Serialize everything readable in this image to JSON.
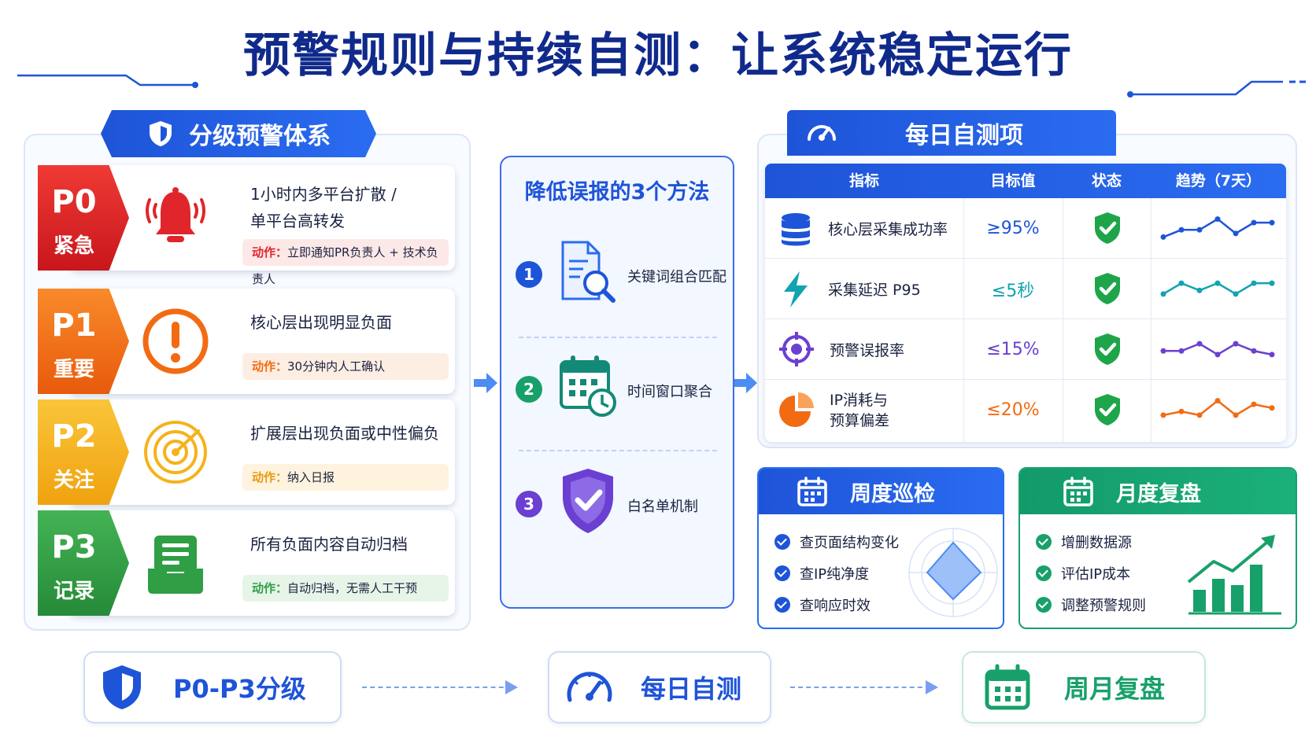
{
  "title": "预警规则与持续自测：让系统稳定运行",
  "left_panel": {
    "banner": "分级预警体系",
    "levels": [
      {
        "code": "P0",
        "name": "紧急",
        "desc_line1": "1小时内多平台扩散 /",
        "desc_line2": "单平台高转发",
        "action_key": "动作：",
        "action_text": "立即通知PR负责人 + 技术负责人",
        "color": "#e0262b",
        "icon": "alarm-bell-icon"
      },
      {
        "code": "P1",
        "name": "重要",
        "desc_line1": "核心层出现明显负面",
        "desc_line2": "",
        "action_key": "动作：",
        "action_text": "30分钟内人工确认",
        "color": "#f26b12",
        "icon": "exclamation-icon"
      },
      {
        "code": "P2",
        "name": "关注",
        "desc_line1": "扩展层出现负面或中性偏负",
        "desc_line2": "",
        "action_key": "动作：",
        "action_text": "纳入日报",
        "color": "#f6b21a",
        "icon": "radar-icon"
      },
      {
        "code": "P3",
        "name": "记录",
        "desc_line1": "所有负面内容自动归档",
        "desc_line2": "",
        "action_key": "动作：",
        "action_text": "自动归档，无需人工干预",
        "color": "#2f9e44",
        "icon": "archive-icon"
      }
    ]
  },
  "middle_panel": {
    "title": "降低误报的3个方法",
    "items": [
      {
        "num": "1",
        "label": "关键词组合匹配",
        "icon": "document-search-icon"
      },
      {
        "num": "2",
        "label": "时间窗口聚合",
        "icon": "calendar-clock-icon"
      },
      {
        "num": "3",
        "label": "白名单机制",
        "icon": "shield-check-icon"
      }
    ]
  },
  "right_panel": {
    "banner": "每日自测项",
    "headers": [
      "指标",
      "目标值",
      "状态",
      "趋势（7天）"
    ],
    "rows": [
      {
        "metric": "核心层采集成功率",
        "target": "≥95%",
        "status": "ok",
        "icon": "database-icon",
        "color": "#1e54d8",
        "trend": [
          2,
          4,
          4,
          7,
          3,
          6,
          6
        ]
      },
      {
        "metric": "采集延迟 P95",
        "target": "≤5秒",
        "status": "ok",
        "icon": "lightning-icon",
        "color": "#11a3b0",
        "trend": [
          3,
          6,
          4,
          6,
          3,
          6,
          6
        ]
      },
      {
        "metric": "预警误报率",
        "target": "≤15%",
        "status": "ok",
        "icon": "target-icon",
        "color": "#6b3fd1",
        "trend": [
          4,
          4,
          6,
          3,
          6,
          4,
          3
        ]
      },
      {
        "metric_line1": "IP消耗与",
        "metric_line2": "预算偏差",
        "metric": "",
        "target": "≤20%",
        "status": "ok",
        "icon": "pie-icon",
        "color": "#f26b12",
        "trend": [
          3,
          4,
          3,
          7,
          3,
          6,
          5
        ]
      }
    ]
  },
  "weekly": {
    "title": "周度巡检",
    "items": [
      "查页面结构变化",
      "查IP纯净度",
      "查响应时效"
    ]
  },
  "monthly": {
    "title": "月度复盘",
    "items": [
      "增删数据源",
      "评估IP成本",
      "调整预警规则"
    ]
  },
  "flow": [
    "P0-P3分级",
    "每日自测",
    "周月复盘"
  ],
  "colors": {
    "primary": "#1e54d8",
    "dark_title": "#102a8c",
    "green": "#18a06a",
    "ok_green": "#1ea54a"
  }
}
